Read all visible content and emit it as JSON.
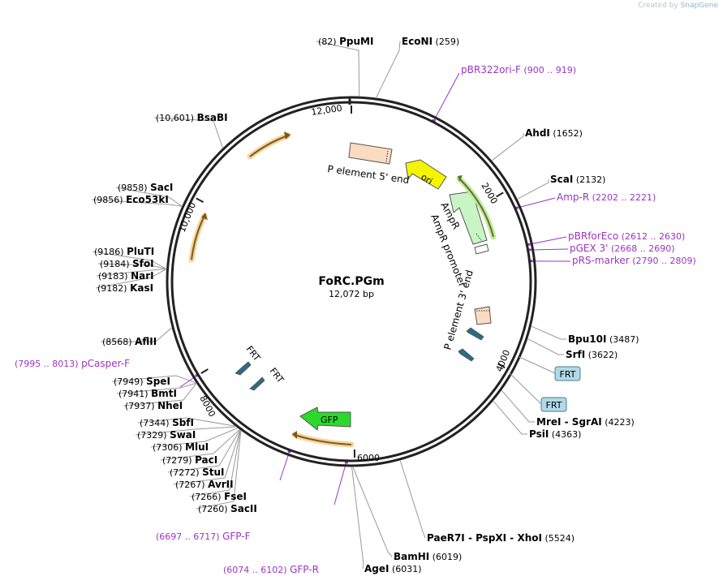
{
  "brand": {
    "created_by": "Created by",
    "app": "SnapGene"
  },
  "plasmid": {
    "name": "FoRC.PGm",
    "size_label": "12,072 bp",
    "total_bp": 12072
  },
  "ticks": [
    "12,000",
    "2000",
    "4000",
    "6000",
    "8000",
    "10,000"
  ],
  "enzymes": [
    {
      "name": "PpuMI",
      "pos": "(82)",
      "bp": 82
    },
    {
      "name": "EcoNI",
      "pos": "(259)",
      "bp": 259
    },
    {
      "name": "AhdI",
      "pos": "(1652)",
      "bp": 1652
    },
    {
      "name": "ScaI",
      "pos": "(2132)",
      "bp": 2132
    },
    {
      "name": "Bpu10I",
      "pos": "(3487)",
      "bp": 3487
    },
    {
      "name": "SrfI",
      "pos": "(3622)",
      "bp": 3622
    },
    {
      "name": "MreI  -  SgrAI",
      "pos": "(4223)",
      "bp": 4223
    },
    {
      "name": "PsiI",
      "pos": "(4363)",
      "bp": 4363
    },
    {
      "name": "PaeR7I  -  PspXI  -  XhoI",
      "pos": "(5524)",
      "bp": 5524
    },
    {
      "name": "BamHI",
      "pos": "(6019)",
      "bp": 6019
    },
    {
      "name": "AgeI",
      "pos": "(6031)",
      "bp": 6031
    },
    {
      "name": "SacII",
      "pos": "(7260)",
      "bp": 7260
    },
    {
      "name": "FseI",
      "pos": "(7266)",
      "bp": 7266
    },
    {
      "name": "AvrII",
      "pos": "(7267)",
      "bp": 7267
    },
    {
      "name": "StuI",
      "pos": "(7272)",
      "bp": 7272
    },
    {
      "name": "PacI",
      "pos": "(7279)",
      "bp": 7279
    },
    {
      "name": "MluI",
      "pos": "(7306)",
      "bp": 7306
    },
    {
      "name": "SwaI",
      "pos": "(7329)",
      "bp": 7329
    },
    {
      "name": "SbfI",
      "pos": "(7344)",
      "bp": 7344
    },
    {
      "name": "NheI",
      "pos": "(7937)",
      "bp": 7937
    },
    {
      "name": "BmtI",
      "pos": "(7941)",
      "bp": 7941
    },
    {
      "name": "SpeI",
      "pos": "(7949)",
      "bp": 7949
    },
    {
      "name": "AflII",
      "pos": "(8568)",
      "bp": 8568
    },
    {
      "name": "KasI",
      "pos": "(9182)",
      "bp": 9182
    },
    {
      "name": "NarI",
      "pos": "(9183)",
      "bp": 9183
    },
    {
      "name": "SfoI",
      "pos": "(9184)",
      "bp": 9184
    },
    {
      "name": "PluTI",
      "pos": "(9186)",
      "bp": 9186
    },
    {
      "name": "Eco53kI",
      "pos": "(9856)",
      "bp": 9856
    },
    {
      "name": "SacI",
      "pos": "(9858)",
      "bp": 9858
    },
    {
      "name": "BsaBI",
      "pos": "(10,601)",
      "bp": 10601
    }
  ],
  "primers": [
    {
      "name": "pBR322ori-F",
      "range": "(900 .. 919)",
      "bp": 910
    },
    {
      "name": "Amp-R",
      "range": "(2202 .. 2221)",
      "bp": 2212
    },
    {
      "name": "pBRforEco",
      "range": "(2612 .. 2630)",
      "bp": 2621
    },
    {
      "name": "pGEX 3'",
      "range": "(2668 .. 2690)",
      "bp": 2679
    },
    {
      "name": "pRS-marker",
      "range": "(2790 .. 2809)",
      "bp": 2800
    },
    {
      "name": "GFP-R",
      "range": "(6074 .. 6102)",
      "bp": 6088
    },
    {
      "name": "GFP-F",
      "range": "(6697 .. 6717)",
      "bp": 6707
    },
    {
      "name": "pCasper-F",
      "range": "(7995 .. 8013)",
      "bp": 8004
    }
  ],
  "features": {
    "p5": "P element 5' end",
    "ori": "ori",
    "ampr": "AmpR",
    "ampr_promoter": "AmpR promoter",
    "p3": "P element 3' end",
    "frt1": "FRT",
    "frt2": "FRT",
    "frt_box1": "FRT",
    "frt_box2": "FRT",
    "gfp": "GFP"
  },
  "colors": {
    "backbone": "#222222",
    "enzyme_line": "#999999",
    "primer": "#9b35c0",
    "orf_arc": "#7a5a1e",
    "orf_glow": "#f7d49b",
    "ampr_arc": "#4f7a1e",
    "ampr_glow": "#c8e7a4",
    "p_element": "#fbdcc0",
    "ori": "#f5f500",
    "ampr": "#c9f5c4",
    "gfp": "#2cd82c",
    "frt": "#2c6a85",
    "frt_box": "#b3d9e6"
  }
}
